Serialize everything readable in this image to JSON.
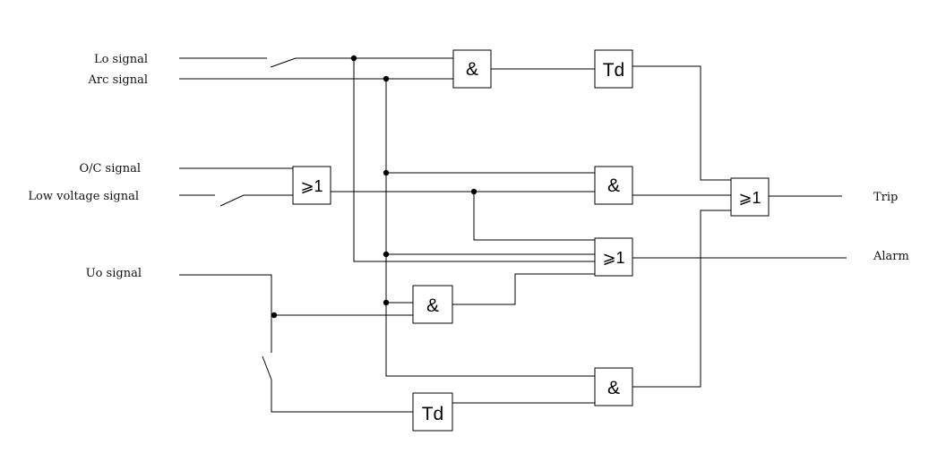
{
  "diagram": {
    "inputs": {
      "lo": "Lo signal",
      "arc": "Arc signal",
      "oc": "O/C signal",
      "low_voltage": "Low voltage signal",
      "uo": "Uo signal"
    },
    "outputs": {
      "trip": "Trip",
      "alarm": "Alarm"
    },
    "gates": {
      "and1": "&",
      "td1": "Td",
      "or_in": "⩾1",
      "and2": "&",
      "or_trip": "⩾1",
      "or_alarm": "⩾1",
      "and3": "&",
      "and4": "&",
      "td2": "Td"
    }
  }
}
